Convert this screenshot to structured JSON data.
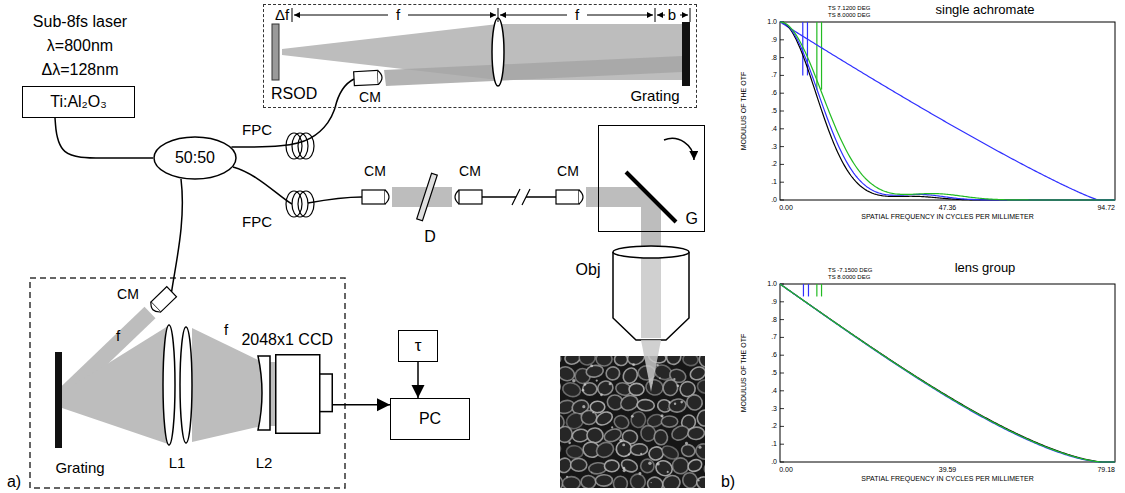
{
  "diagram": {
    "nodes": [
      {
        "text": [
          "Ti:Al₂O₃"
        ]
      },
      {
        "text": [
          "50:50"
        ]
      },
      {
        "text": [
          "RSOD"
        ]
      },
      {
        "text": [
          "G"
        ]
      },
      {
        "text": [
          "2048x1 CCD"
        ]
      },
      {
        "text": [
          "τ"
        ]
      },
      {
        "text": [
          "PC"
        ]
      }
    ],
    "edges": [
      {
        "from": 0,
        "to": 1,
        "arrow": "none"
      },
      {
        "from": 1,
        "to": 2,
        "arrow": "none"
      },
      {
        "from": 4,
        "to": 6,
        "arrow": "to"
      },
      {
        "from": 5,
        "to": 6,
        "arrow": "to"
      }
    ],
    "labels": [
      "Sub-8fs laser",
      "λ=800nm",
      "Δλ=128nm",
      "FPC",
      "FPC",
      "Δf",
      "f",
      "f",
      "b",
      "Grating",
      "CM",
      "CM",
      "CM",
      "CM",
      "D",
      "Obj",
      "CM",
      "f",
      "f",
      "Grating",
      "L1",
      "L2",
      "a)",
      "b)",
      "single achromate",
      "TS 7.1200 DEG",
      "TS 8.0000 DEG",
      "MODULUS OF THE OTF",
      "1.0",
      ".9",
      ".8",
      ".7",
      ".6",
      ".5",
      ".4",
      ".3",
      ".2",
      ".1",
      ".0",
      "0.00",
      "47.36",
      "94.72",
      "SPATIAL FREQUENCY IN CYCLES PER MILLIMETER",
      "lens group",
      "TS -7.1500 DEG",
      "TS 8.0000 DEG",
      "MODULUS OF THE OTF",
      "1.0",
      ".9",
      ".8",
      ".7",
      ".6",
      ".5",
      ".4",
      ".3",
      ".2",
      ".1",
      ".0",
      "0.00",
      "39.59",
      "79.18",
      "SPATIAL FREQUENCY IN CYCLES PER MILLIMETER"
    ]
  }
}
